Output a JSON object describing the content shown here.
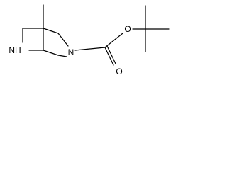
{
  "atom_labels": {
    "nh": "NH",
    "n_ring": "N",
    "o_ester": "O",
    "o_carbonyl": "O"
  },
  "colors": {
    "bond": "#000000",
    "label": "#000000",
    "background": "#ffffff"
  }
}
